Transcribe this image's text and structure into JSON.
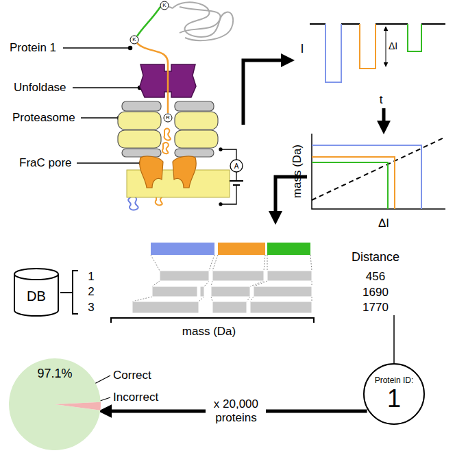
{
  "diagram": {
    "nodes": [
      {
        "text": [
          "DB"
        ]
      },
      {
        "text": [
          "Protein ID:",
          "1"
        ]
      },
      {
        "text": [
          "97.1%"
        ]
      }
    ],
    "edges": [
      {
        "from": 1,
        "to": 2,
        "arrow": "to",
        "label": "x 20,000 proteins"
      }
    ],
    "labels": [
      "Protein 1",
      "Unfoldase",
      "Proteasome",
      "FraC pore",
      "K",
      "K",
      "R",
      "A",
      "I",
      "ΔI",
      "t",
      "mass (Da)",
      "ΔI",
      "1",
      "2",
      "3",
      "mass (Da)",
      "Distance",
      "456",
      "1690",
      "1770",
      "Correct",
      "Incorrect"
    ]
  }
}
